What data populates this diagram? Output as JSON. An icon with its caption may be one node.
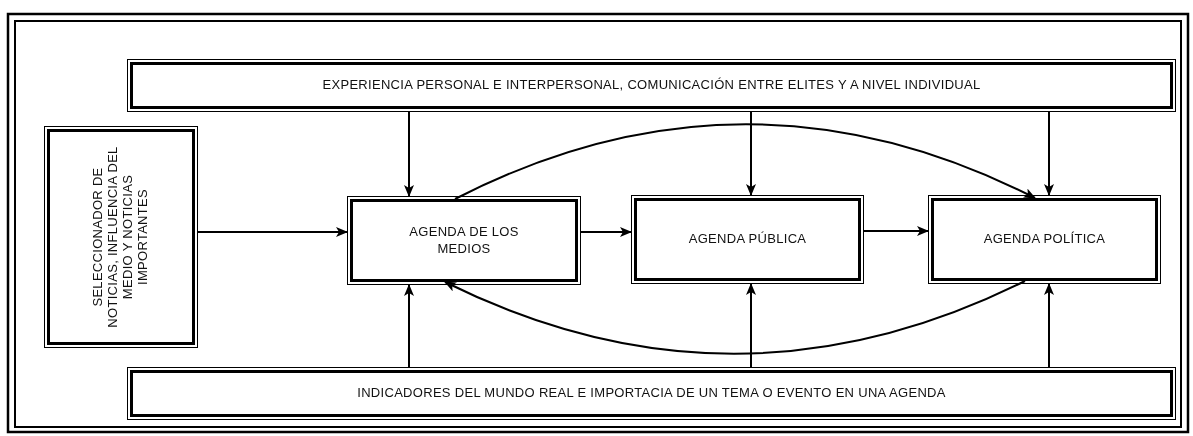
{
  "diagram": {
    "nodes": [
      {
        "text": [
          "EXPERIENCIA PERSONAL E INTERPERSONAL, COMUNICACIÓN ENTRE ELITES Y A NIVEL INDIVIDUAL"
        ]
      },
      {
        "text": [
          "SELECCIONADOR DE NOTICIAS, INFLUENCIA DEL MEDIO Y NOTICIAS IMPORTANTES"
        ]
      },
      {
        "text": [
          "AGENDA DE LOS MEDIOS"
        ]
      },
      {
        "text": [
          "AGENDA PÚBLICA"
        ]
      },
      {
        "text": [
          "AGENDA POLÍTICA"
        ]
      },
      {
        "text": [
          "INDICADORES DEL MUNDO REAL E IMPORTACIA DE UN TEMA O EVENTO EN UNA AGENDA"
        ]
      }
    ],
    "edges": [
      {
        "from": 0,
        "to": 2,
        "arrow": "to"
      },
      {
        "from": 0,
        "to": 3,
        "arrow": "to"
      },
      {
        "from": 0,
        "to": 4,
        "arrow": "to"
      },
      {
        "from": 2,
        "to": 4,
        "arrow": "to"
      },
      {
        "from": 1,
        "to": 2,
        "arrow": "to"
      },
      {
        "from": 2,
        "to": 3,
        "arrow": "to"
      },
      {
        "from": 3,
        "to": 4,
        "arrow": "to"
      },
      {
        "from": 5,
        "to": 2,
        "arrow": "to"
      },
      {
        "from": 5,
        "to": 3,
        "arrow": "to"
      },
      {
        "from": 5,
        "to": 4,
        "arrow": "to"
      },
      {
        "from": 4,
        "to": 2,
        "arrow": "to"
      }
    ]
  }
}
